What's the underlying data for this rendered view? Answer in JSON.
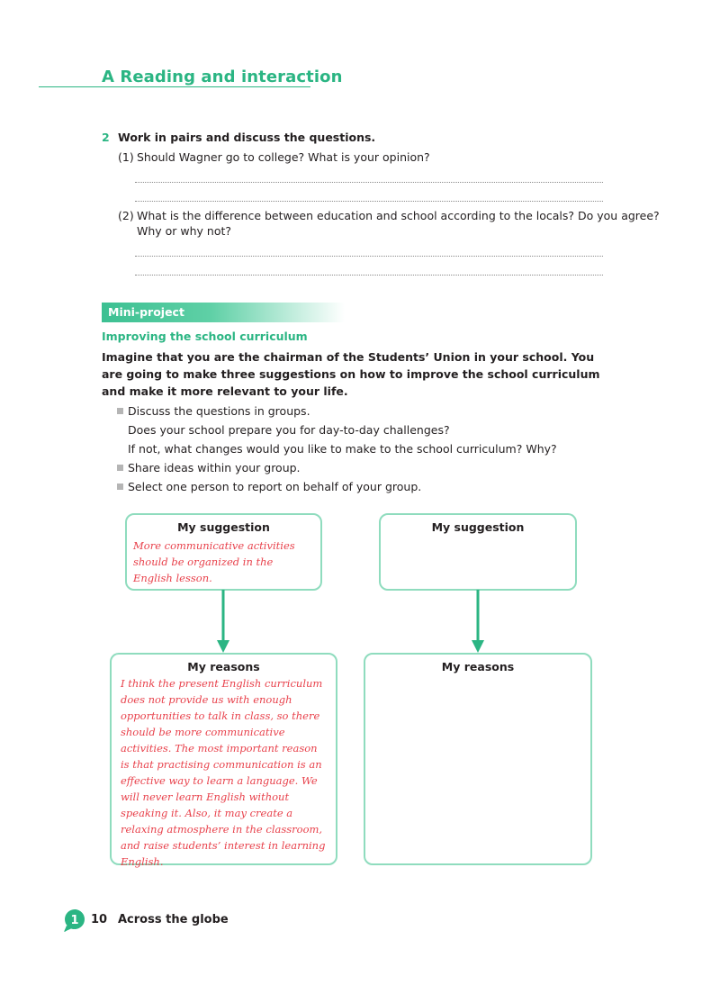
{
  "section": {
    "title": "A  Reading and interaction"
  },
  "exercise2": {
    "number": "2",
    "heading": "Work in pairs and discuss the questions.",
    "q1": {
      "label": "(1)",
      "text": "Should Wagner go to college? What is your opinion?"
    },
    "q2": {
      "label": "(2)",
      "line1": "What is the difference between education and school according to the locals? Do you agree?",
      "line2": "Why or why not?"
    }
  },
  "mini_project": {
    "banner": "Mini-project",
    "subtitle": "Improving the school curriculum",
    "task": "Imagine that you are the chairman of the Students’ Union in your school. You are going to make three suggestions on how to improve the school curriculum and make it more relevant to your life.",
    "bullets": [
      "Discuss the questions in groups.",
      "Share ideas within your group.",
      "Select one person to report on behalf of your group."
    ],
    "discuss_lines": [
      "Does your school prepare you for day-to-day challenges?",
      "If not, what changes would you like to make to the school curriculum? Why?"
    ]
  },
  "boxes": {
    "suggestion_title": "My suggestion",
    "reasons_title": "My reasons",
    "left_suggestion": "More communicative activities should be organized in the English lesson.",
    "left_reasons": "I think the present English curriculum does not provide us with enough opportunities to talk in class, so there should be more communicative activities. The most important reason is that practising communication is an effective way to learn a language. We will never learn English without speaking it. Also, it may create a relaxing atmosphere in the classroom, and raise students’ interest in learning English."
  },
  "footer": {
    "unit": "1",
    "page": "10",
    "title": "Across the globe"
  },
  "colors": {
    "accent": "#2bb583",
    "box_border": "#8fdcbe",
    "handwriting": "#e8414b"
  }
}
